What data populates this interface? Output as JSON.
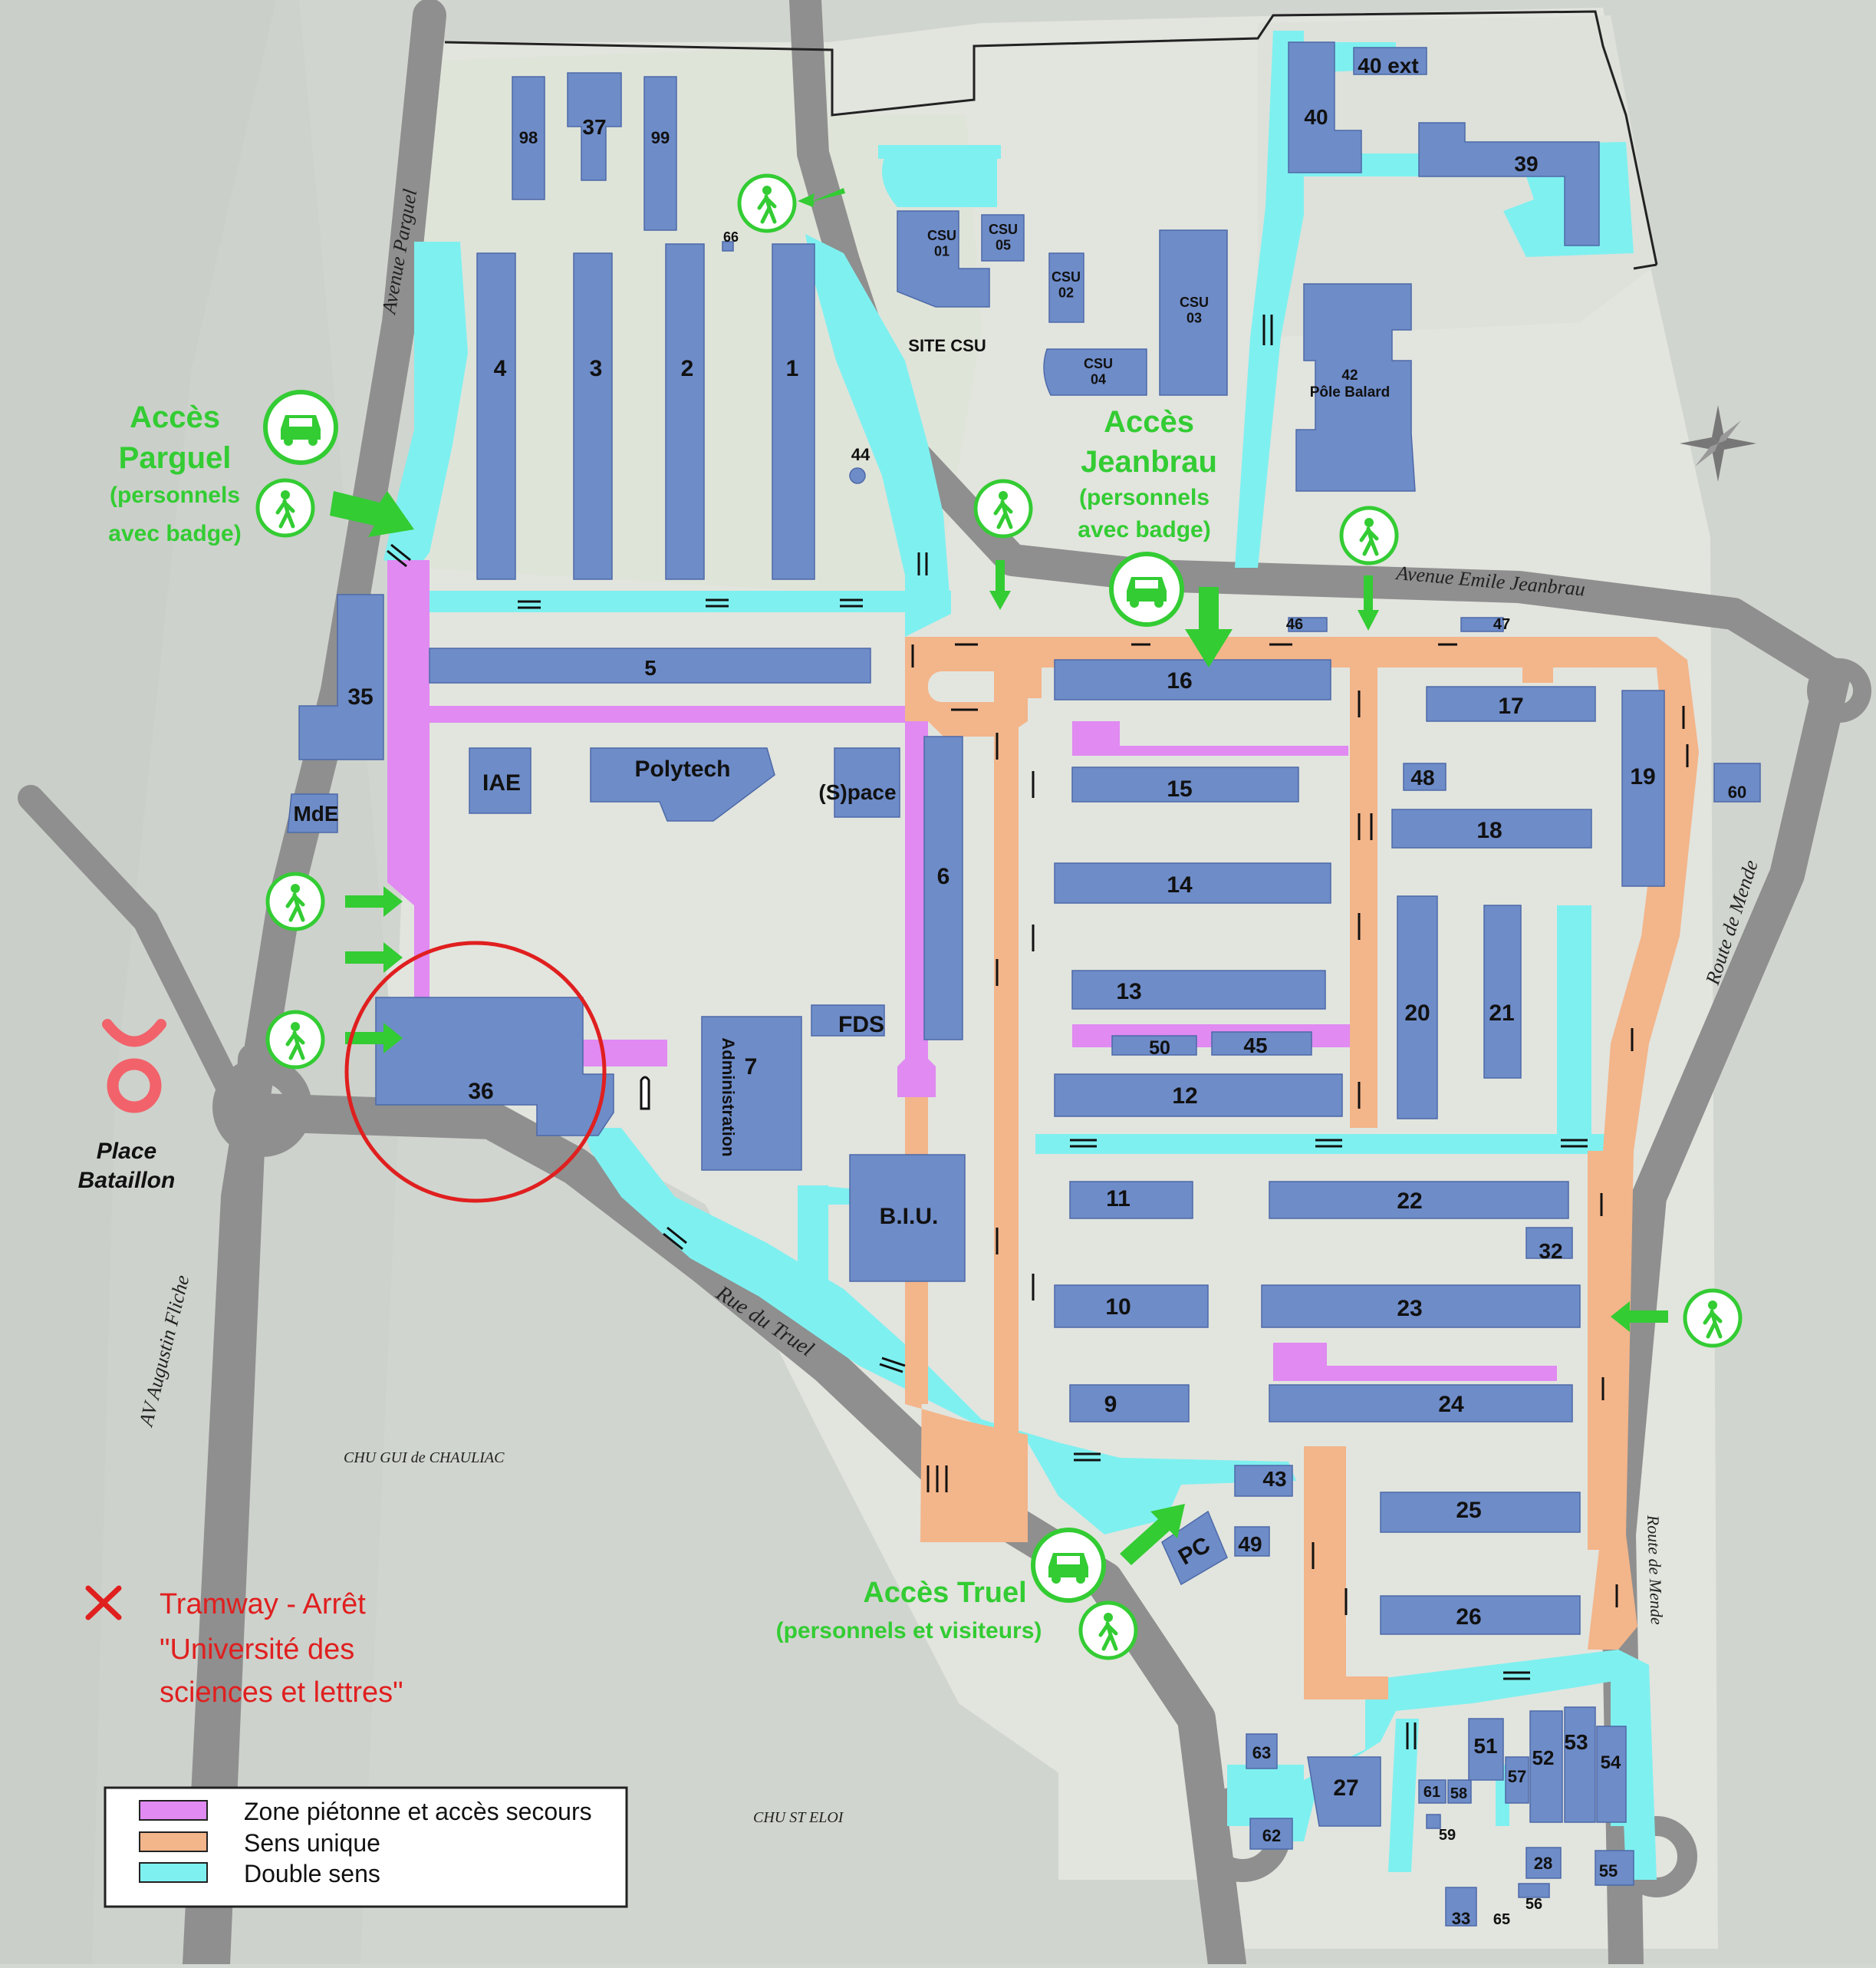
{
  "buildings": {
    "b98": "98",
    "b37": "37",
    "b99": "99",
    "b66": "66",
    "b4": "4",
    "b3": "3",
    "b2": "2",
    "b1": "1",
    "b44": "44",
    "csu01": "CSU\n01",
    "csu05": "CSU\n05",
    "csu02": "CSU\n02",
    "csu03": "CSU\n03",
    "csu04": "CSU\n04",
    "site_csu": "SITE CSU",
    "b40ext": "40 ext",
    "b40": "40",
    "b39": "39",
    "b42": "42\nPôle Balard",
    "b46": "46",
    "b47": "47",
    "b5": "5",
    "b35": "35",
    "mde": "MdE",
    "iae": "IAE",
    "polytech": "Polytech",
    "space": "(S)pace",
    "b16": "16",
    "b17": "17",
    "b19": "19",
    "b60": "60",
    "b15": "15",
    "b48": "48",
    "b18": "18",
    "b6": "6",
    "b14": "14",
    "b13": "13",
    "b20": "20",
    "b21": "21",
    "b50": "50",
    "b45": "45",
    "b12": "12",
    "fds": "FDS",
    "b7": "7",
    "admin": "Administration",
    "b36": "36",
    "biu": "B.I.U.",
    "b11": "11",
    "b22": "22",
    "b32": "32",
    "b10": "10",
    "b23": "23",
    "b9": "9",
    "b24": "24",
    "b43": "43",
    "b49": "49",
    "pc": "PC",
    "b25": "25",
    "b26": "26",
    "b63": "63",
    "b27": "27",
    "b61": "61",
    "b58": "58",
    "b62": "62",
    "b59": "59",
    "b51": "51",
    "b57": "57",
    "b52": "52",
    "b53": "53",
    "b54": "54",
    "b28": "28",
    "b55": "55",
    "b56": "56",
    "b33": "33",
    "b65": "65"
  },
  "access": {
    "parguel_title1": "Accès",
    "parguel_title2": "Parguel",
    "parguel_sub1": "(personnels",
    "parguel_sub2": "avec badge)",
    "jeanbrau_title1": "Accès",
    "jeanbrau_title2": "Jeanbrau",
    "jeanbrau_sub1": "(personnels",
    "jeanbrau_sub2": "avec badge)",
    "truel_title": "Accès Truel",
    "truel_sub": "(personnels et visiteurs)"
  },
  "streets": {
    "parguel": "Avenue  Parguel",
    "jeanbrau": "Avenue Emile Jeanbrau",
    "mende_1": "Route   de   Mende",
    "mende_2": "Route   de   Mende",
    "truel": "Rue   du   Truel",
    "fliche": "AV Augustin Fliche",
    "chu_gui": "CHU GUI de CHAULIAC",
    "chu_eloi": "CHU ST ELOI"
  },
  "place": {
    "line1": "Place",
    "line2": "Bataillon"
  },
  "tram": {
    "line1": "Tramway - Arrêt",
    "line2": "\"Université des",
    "line3": "sciences et lettres\""
  },
  "legend": {
    "items": [
      {
        "label": "Zone piétonne et accès secours",
        "color": "#e08af2"
      },
      {
        "label": "Sens unique",
        "color": "#f3b58a"
      },
      {
        "label": "Double sens",
        "color": "#7ff0f0"
      }
    ]
  },
  "colors": {
    "building": "#6e8cc8",
    "access_green": "#33cc33",
    "highlight_circle": "#e01f1f",
    "tram_logo": "#f2626b"
  },
  "icons": [
    "car-icon",
    "pedestrian-icon",
    "arrow-icon",
    "compass-rose-icon",
    "tram-logo-icon",
    "x-mark-icon"
  ]
}
